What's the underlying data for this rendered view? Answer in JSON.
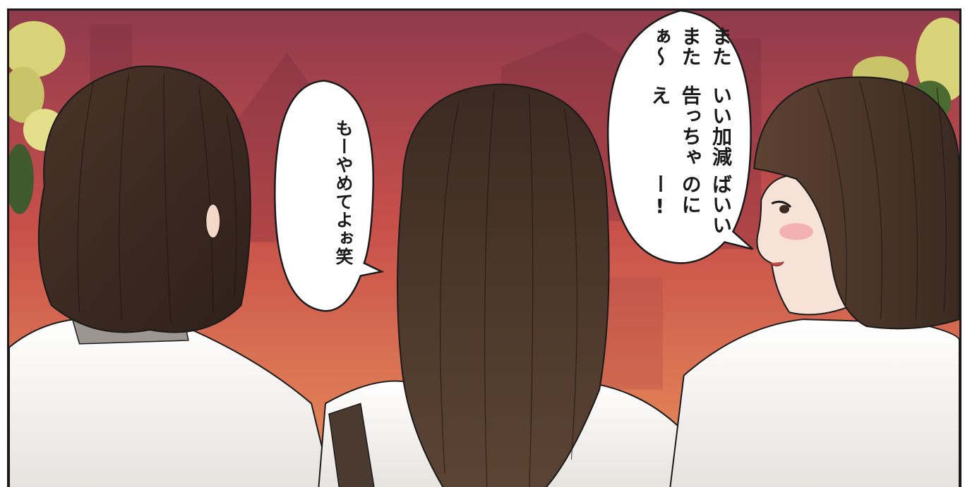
{
  "speech_bubbles": {
    "left": {
      "lines": [
        "もーやめてよぉ笑"
      ]
    },
    "right": {
      "lines": [
        "またまたぁ〜",
        "いい加減告っちゃえ",
        "ばいいのにー!"
      ]
    }
  },
  "colors": {
    "sky_top": "#8f3a4c",
    "sky_mid": "#c8504a",
    "sky_bottom": "#e8915a",
    "hair_dark": "#3a2a22",
    "hair_mid": "#5a4032",
    "shirt": "#f4f2f0",
    "foliage": "#d9d47a",
    "outline": "#1a1a1a"
  }
}
